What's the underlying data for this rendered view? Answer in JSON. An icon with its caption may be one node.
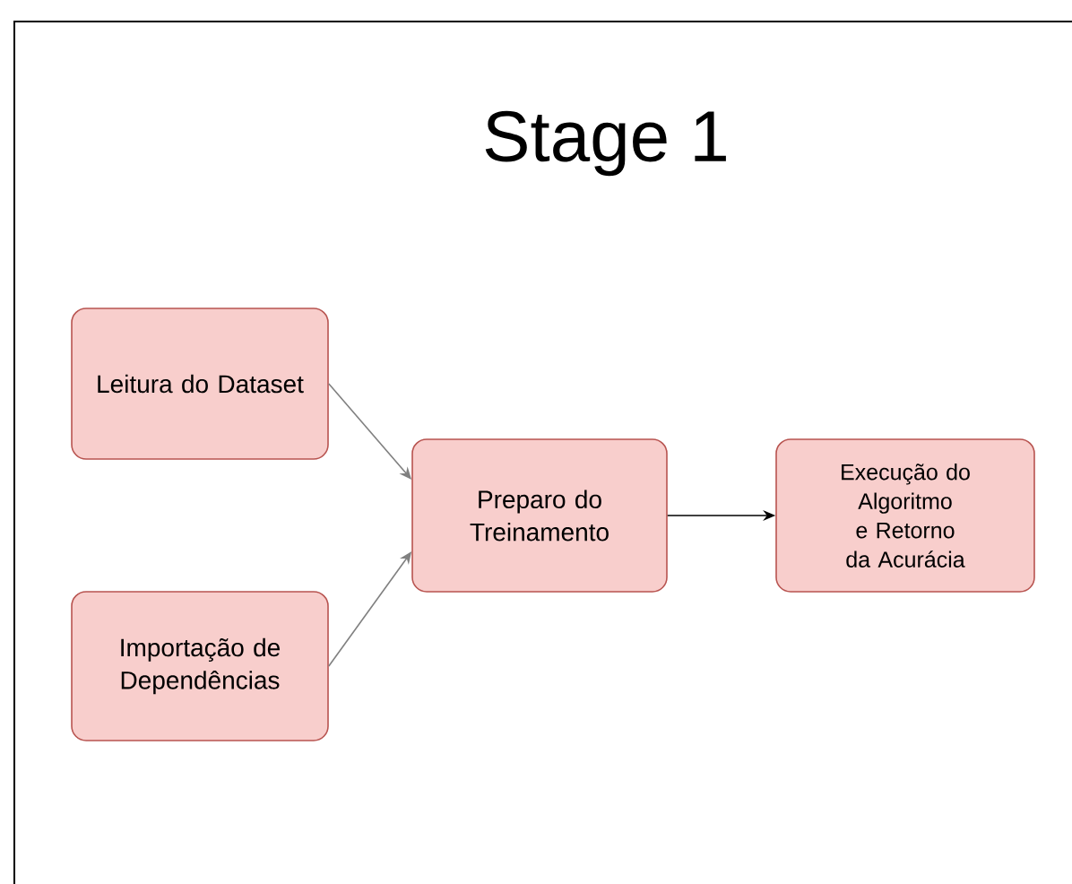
{
  "diagram": {
    "title": "Stage 1",
    "nodes": [
      {
        "text": [
          "Leitura do Dataset"
        ]
      },
      {
        "text": [
          "Importação de Dependências"
        ]
      },
      {
        "text": [
          "Preparo do Treinamento"
        ]
      },
      {
        "text": [
          "Execução do Algoritmo e Retorno da Acurácia"
        ]
      }
    ],
    "edges": [
      {
        "from": 0,
        "to": 2,
        "arrow": "to"
      },
      {
        "from": 1,
        "to": 2,
        "arrow": "to"
      },
      {
        "from": 2,
        "to": 3,
        "arrow": "to",
        "color": "#000000"
      }
    ]
  }
}
